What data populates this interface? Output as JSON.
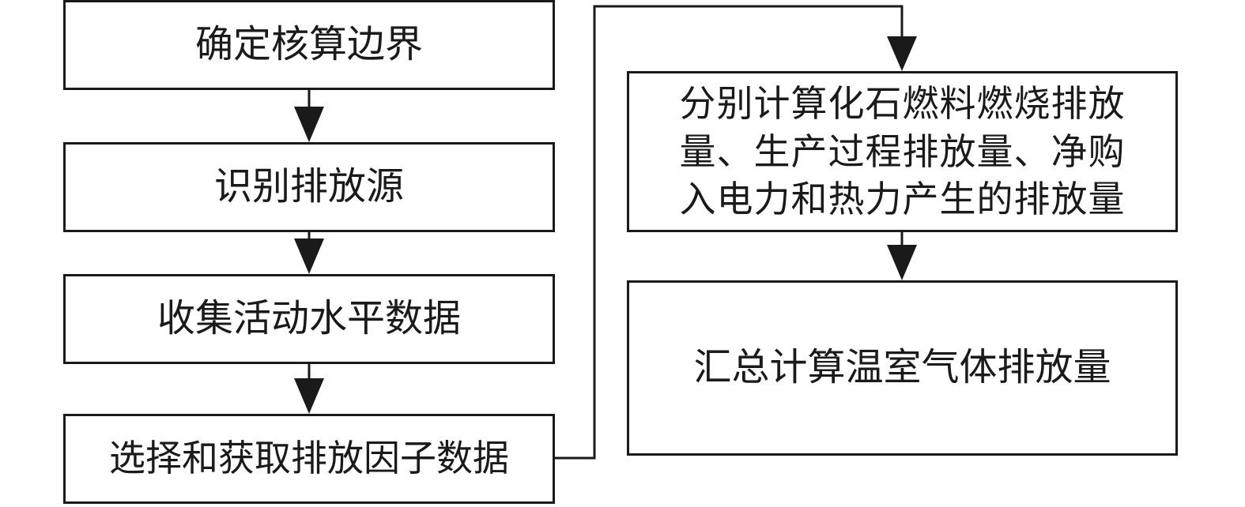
{
  "steps": [
    {
      "label": "确定核算边界"
    },
    {
      "label": "识别排放源"
    },
    {
      "label": "收集活动水平数据"
    },
    {
      "label": "选择和获取排放因子数据"
    },
    {
      "label_lines": [
        "分别计算化石燃料燃烧排放",
        "量、生产过程排放量、净购",
        "入电力和热力产生的排放量"
      ]
    },
    {
      "label": "汇总计算温室气体排放量"
    }
  ],
  "colors": {
    "stroke": "#1a1a1a",
    "background": "#ffffff"
  }
}
